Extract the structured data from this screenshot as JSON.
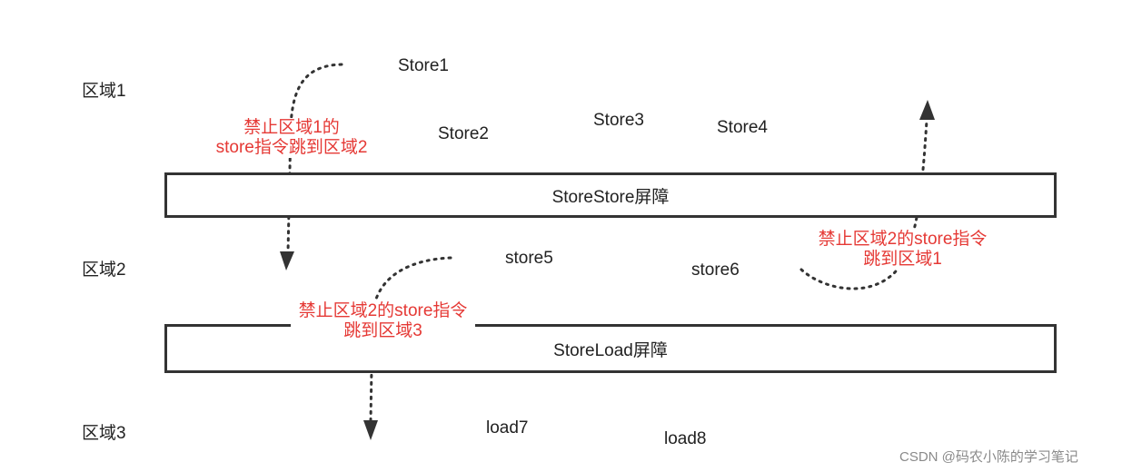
{
  "regions": {
    "r1": "区域1",
    "r2": "区域2",
    "r3": "区域3"
  },
  "ops": {
    "s1": "Store1",
    "s2": "Store2",
    "s3": "Store3",
    "s4": "Store4",
    "s5": "store5",
    "s6": "store6",
    "l7": "load7",
    "l8": "load8"
  },
  "barriers": {
    "storestore": "StoreStore屏障",
    "storeload": "StoreLoad屏障"
  },
  "notes": {
    "a_line1": "禁止区域1的",
    "a_line2": "store指令跳到区域2",
    "b_line1": "禁止区域2的store指令",
    "b_line2": "跳到区域1",
    "c_line1": "禁止区域2的store指令",
    "c_line2": "跳到区域3"
  },
  "watermark": "CSDN @码农小陈的学习笔记",
  "colors": {
    "note": "#e53935",
    "line": "#333333"
  }
}
